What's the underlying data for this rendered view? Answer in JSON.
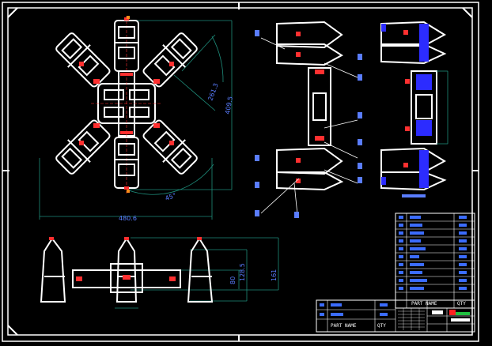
{
  "colors": {
    "background": "#000000",
    "frame": "#ffffff",
    "part": "#ffffff",
    "detail": "#ff3030",
    "dimension": "#1e8c7a",
    "text": "#5a7dff",
    "servo": "#2c2cff",
    "title_block": "#ffffff"
  },
  "top_view": {
    "dim_overall_width": "480.6",
    "dim_radius_a": "261.3",
    "dim_radius_b": "409.5",
    "dim_angle": "45°"
  },
  "front_view": {
    "dim_height_a": "80",
    "dim_height_b": "128.5",
    "dim_height_c": "161"
  },
  "parts_list": {
    "header_name": "PART NAME",
    "header_qty": "QTY"
  },
  "title_block": {
    "header_name": "PART NAME",
    "header_qty": "QTY"
  }
}
